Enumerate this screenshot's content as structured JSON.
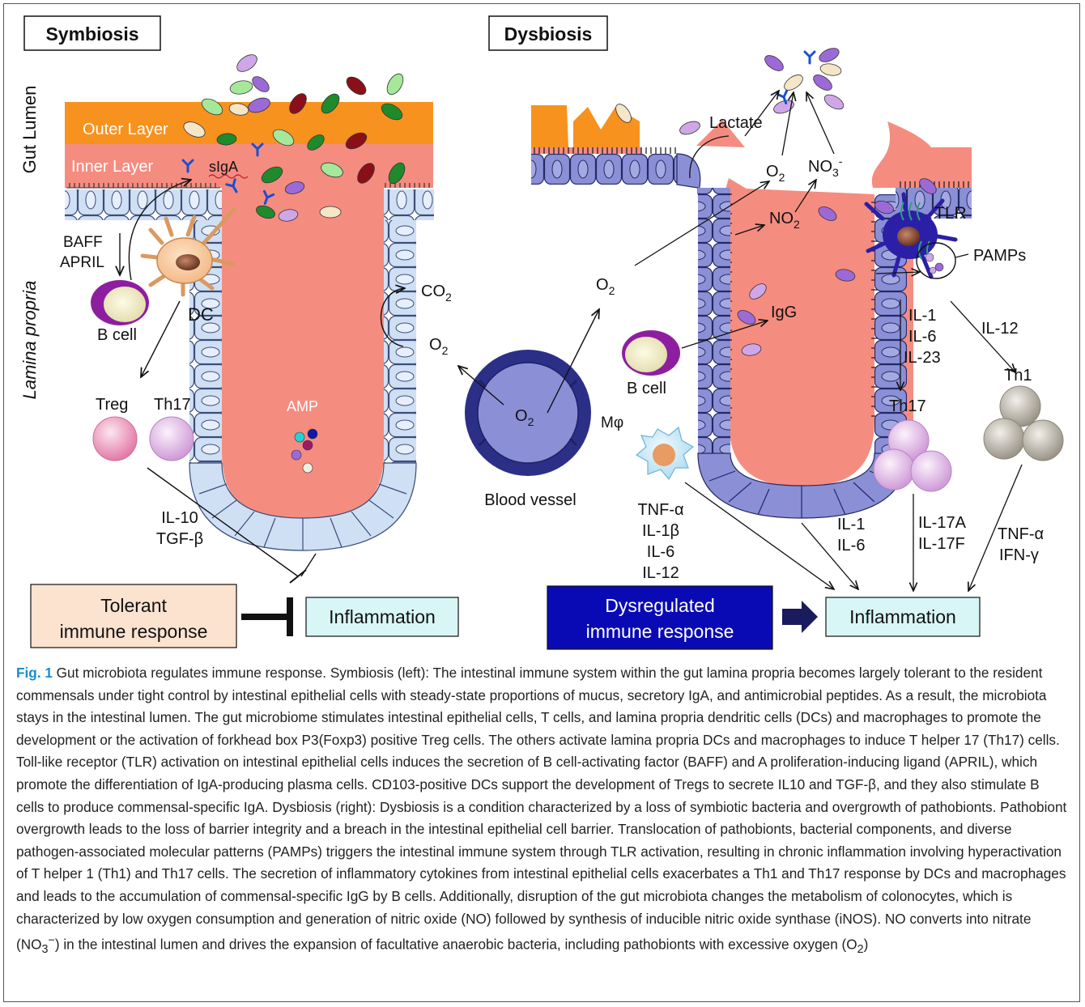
{
  "panels": {
    "left_title": "Symbiosis",
    "right_title": "Dysbiosis"
  },
  "labels": {
    "gut_lumen": "Gut Lumen",
    "lamina_propria": "Lamina propria",
    "outer_layer": "Outer Layer",
    "inner_layer": "Inner Layer",
    "siga": "sIgA",
    "baff": "BAFF",
    "april": "APRIL",
    "b_cell": "B cell",
    "dc": "DC",
    "treg": "Treg",
    "th17": "Th17",
    "amp": "AMP",
    "co2": "CO",
    "co2_sub": "2",
    "o2": "O",
    "o2_sub": "2",
    "il10": "IL-10",
    "tgfb": "TGF-β",
    "tolerant_line1": "Tolerant",
    "tolerant_line2": "immune response",
    "inflammation": "Inflammation",
    "blood_vessel": "Blood vessel",
    "lactate": "Lactate",
    "no2": "NO",
    "no2_sub": "2",
    "no3": "NO",
    "no3_sub": "3",
    "no3_sup": "-",
    "tlr": "TLR",
    "pamps": "PAMPs",
    "igg": "IgG",
    "mphi": "Mφ",
    "il1": "IL-1",
    "il6": "IL-6",
    "il23": "IL-23",
    "il12": "IL-12",
    "th1": "Th1",
    "tnfa": "TNF-α",
    "il1b": "IL-1β",
    "il17a": "IL-17A",
    "il17f": "IL-17F",
    "ifng": "IFN-γ",
    "dysreg_line1": "Dysregulated",
    "dysreg_line2": "immune response"
  },
  "caption": {
    "fig_label": "Fig. 1",
    "text": " Gut microbiota regulates immune response. Symbiosis (left): The intestinal immune system within the gut lamina propria becomes largely tolerant to the resident commensals under tight control by intestinal epithelial cells with steady-state proportions of mucus, secretory IgA, and antimicrobial peptides. As a result, the microbiota stays in the intestinal lumen. The gut microbiome stimulates intestinal epithelial cells, T cells, and lamina propria dendritic cells (DCs) and macrophages to promote the development or the activation of forkhead box P3(Foxp3) positive Treg cells. The others activate lamina propria DCs and macrophages to induce T helper 17 (Th17) cells. Toll-like receptor (TLR) activation on intestinal epithelial cells induces the secretion of B cell-activating factor (BAFF) and A proliferation-inducing ligand (APRIL), which promote the differentiation of IgA-producing plasma cells. CD103-positive DCs support the development of Tregs to secrete IL10 and TGF-β, and they also stimulate B cells to produce commensal-specific IgA. Dysbiosis (right): Dysbiosis is a condition characterized by a loss of symbiotic bacteria and overgrowth of pathobionts. Pathobiont overgrowth leads to the loss of barrier integrity and a breach in the intestinal epithelial cell barrier. Translocation of pathobionts, bacterial components, and diverse pathogen-associated molecular patterns (PAMPs) triggers the intestinal immune system through TLR activation, resulting in chronic inflammation involving hyperactivation of T helper 1 (Th1) and Th17 cells. The secretion of inflammatory cytokines from intestinal epithelial cells exacerbates a Th1 and Th17 response by DCs and macrophages and leads to the accumulation of commensal-specific IgG by B cells. Additionally, disruption of the gut microbiota changes the metabolism of colonocytes, which is characterized by low oxygen consumption and generation of nitric oxide (NO) followed by synthesis of inducible nitric oxide synthase (iNOS). NO converts into nitrate (NO",
    "text_sub": "3",
    "text_sup": "−",
    "text_end": ") in the intestinal lumen and drives the expansion of facultative anaerobic bacteria, including pathobionts with excessive oxygen (O",
    "text_end_sub": "2",
    "text_close": ")"
  },
  "colors": {
    "mucus_outer": "#f7921e",
    "mucus_inner": "#f58c80",
    "epithelium_normal": "#cfe0f5",
    "epithelium_dysbiosis": "#8a8fd6",
    "tolerant_box": "#fbe3d0",
    "inflammation_box": "#d8f6f6",
    "dysregulated_box": "#0a0ab4",
    "caption_label": "#1a8ccf"
  }
}
